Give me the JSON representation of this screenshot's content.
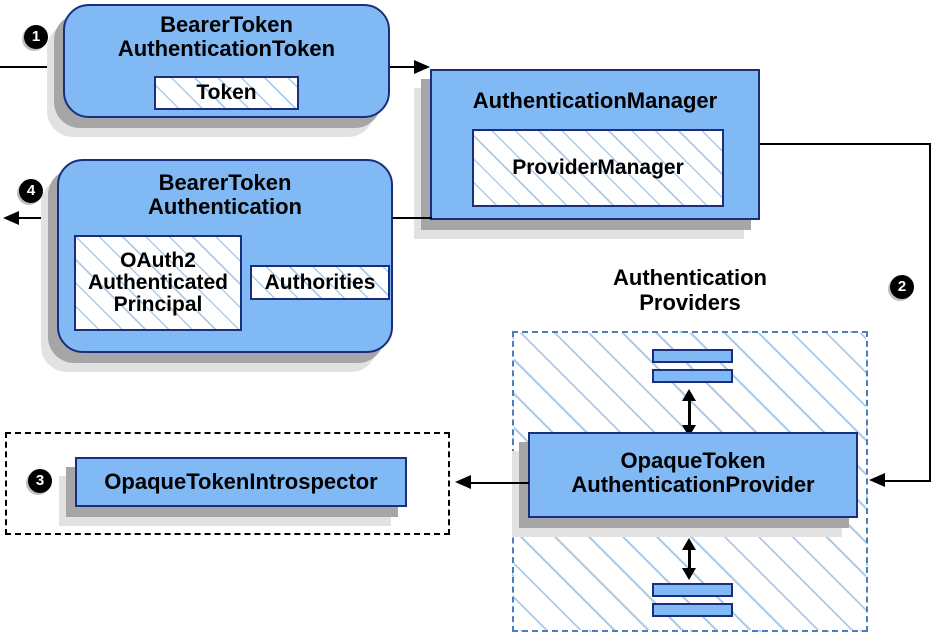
{
  "badges": {
    "step1": "1",
    "step2": "2",
    "step3": "3",
    "step4": "4"
  },
  "nodes": {
    "btat": {
      "title1": "BearerToken",
      "title2": "AuthenticationToken",
      "token": "Token"
    },
    "am": {
      "title": "AuthenticationManager",
      "inner": "ProviderManager"
    },
    "bta": {
      "title1": "BearerToken",
      "title2": "Authentication",
      "principal1": "OAuth2",
      "principal2": "Authenticated",
      "principal3": "Principal",
      "authorities": "Authorities"
    },
    "oti": {
      "label": "OpaqueTokenIntrospector"
    },
    "providers": {
      "title1": "Authentication",
      "title2": "Providers",
      "otap1": "OpaqueToken",
      "otap2": "AuthenticationProvider"
    }
  },
  "colors": {
    "node_fill": "#80B9F3",
    "node_border": "#1B2E7D",
    "hatch_line": "#A9CBEC",
    "container_dash": "#4A7EBC",
    "intro_dash": "#000000",
    "shadow1": "#A6A6A6",
    "shadow2": "#E2E2E2",
    "arrow": "#000000",
    "text": "#000000"
  }
}
